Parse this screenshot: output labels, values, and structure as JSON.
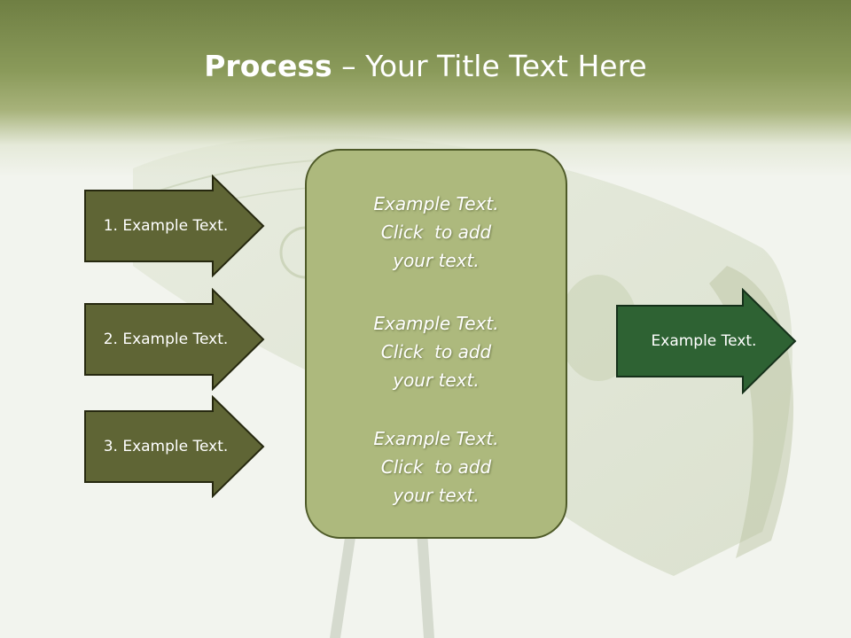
{
  "slide": {
    "title_bold": "Process",
    "title_rest": " – Your Title Text Here"
  },
  "left_arrows": [
    {
      "label": "1. Example Text."
    },
    {
      "label": "2. Example Text."
    },
    {
      "label": "3. Example Text."
    }
  ],
  "center_box": {
    "blocks": [
      {
        "line1": "Example Text.",
        "line2": "Click  to add",
        "line3": "your text."
      },
      {
        "line1": "Example Text.",
        "line2": "Click  to add",
        "line3": "your text."
      },
      {
        "line1": "Example Text.",
        "line2": "Click  to add",
        "line3": "your text."
      }
    ]
  },
  "right_arrow": {
    "label": "Example Text."
  },
  "colors": {
    "header": "#7f8e4e",
    "left_arrow_fill": "#5f6535",
    "center_box_fill": "#adb97d",
    "right_arrow_fill": "#2e6233"
  }
}
